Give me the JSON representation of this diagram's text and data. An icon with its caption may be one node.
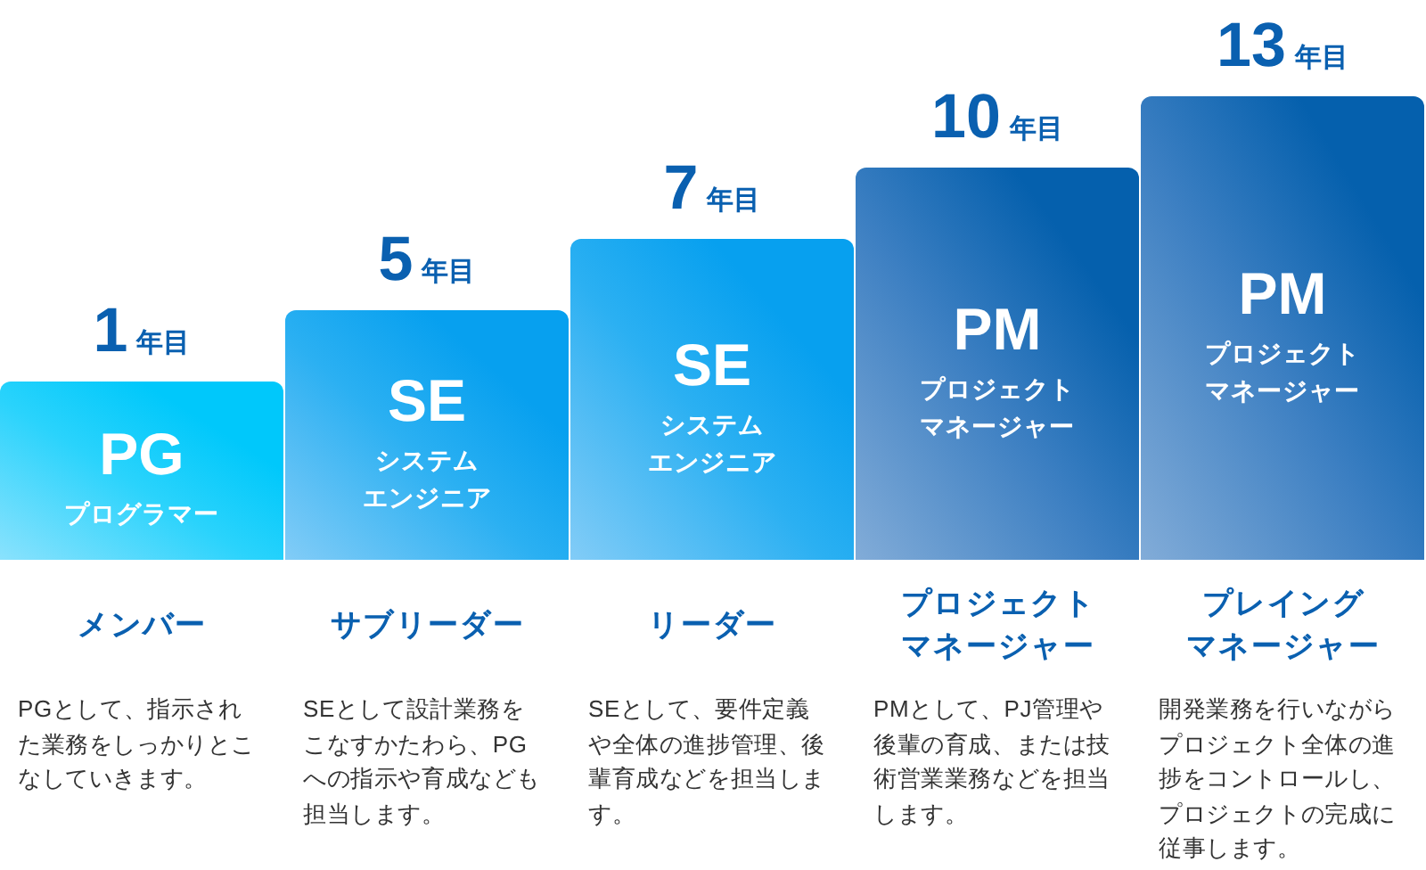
{
  "diagram": {
    "nodes": [
      {
        "text": [
          "PG",
          "プログラマー"
        ],
        "beside": [
          "1",
          "年目"
        ]
      },
      {
        "text": [
          "SE",
          "システムエンジニア"
        ],
        "beside": [
          "5",
          "年目"
        ]
      },
      {
        "text": [
          "SE",
          "システムエンジニア"
        ],
        "beside": [
          "7",
          "年目"
        ]
      },
      {
        "text": [
          "PM",
          "プロジェクトマネージャー"
        ],
        "beside": [
          "10",
          "年目"
        ]
      },
      {
        "text": [
          "PM",
          "プロジェクトマネージャー"
        ],
        "beside": [
          "13",
          "年目"
        ]
      }
    ],
    "labels": [
      "メンバー",
      "サブリーダー",
      "リーダー",
      "プロジェクトマネージャー",
      "プレイングマネージャー",
      "PGとして、指示された業務をしっかりとこなしていきます。",
      "SEとして設計業務をこなすかたわら、PGへの指示や育成なども担当します。",
      "SEとして、要件定義や全体の進捗管理、後輩育成などを担当します。",
      "PMとして、PJ管理や後輩の育成、または技術営業業務などを担当します。",
      "開発業務を行いながらプロジェクト全体の進捗をコントロールし、プロジェクトの完成に従事します。"
    ]
  }
}
